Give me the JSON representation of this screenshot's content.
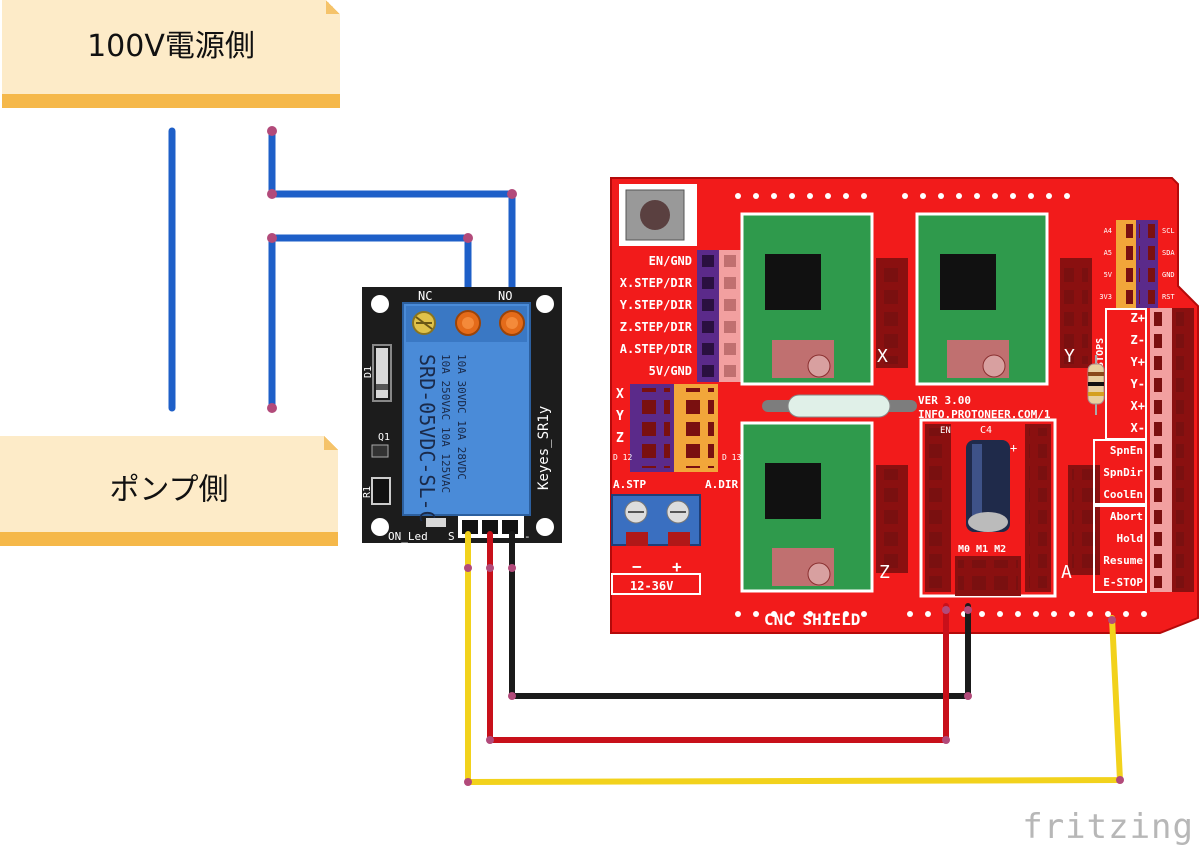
{
  "notes": {
    "power_side": "100V電源側",
    "pump_side": "ポンプ側"
  },
  "relay": {
    "nc": "NC",
    "no": "NO",
    "model": "SRD-05VDC-SL-C",
    "rating1": "10A 250VAC  10A 125VAC",
    "rating2": "10A  30VDC  10A  28VDC",
    "brand": "Keyes_SR1y",
    "led": "ON_Led",
    "d1": "D1",
    "q1": "Q1",
    "r1": "R1",
    "s": "S",
    "minus": "-"
  },
  "shield": {
    "title": "CNC SHIELD",
    "version": "VER 3.00",
    "url": "INFO.PROTONEER.COM/1",
    "rst": "RST",
    "left_labels": [
      "EN/GND",
      "X.STEP/DIR",
      "Y.STEP/DIR",
      "Z.STEP/DIR",
      "A.STEP/DIR",
      "5V/GND"
    ],
    "axis_rows": [
      "X",
      "Y",
      "Z"
    ],
    "d12": "D 12",
    "d13": "D 13",
    "a_stp": "A.STP",
    "a_dir": "A.DIR",
    "voltage": "12-36V",
    "minus": "−",
    "plus": "+",
    "driver_x": "X",
    "driver_y": "Y",
    "driver_z": "Z",
    "driver_a": "A",
    "c4": "C4",
    "en": "EN",
    "m_labels": "M0 M1 M2",
    "i2c_left": [
      "A4",
      "A5",
      "5V",
      "3V3"
    ],
    "i2c_right": [
      "SCL",
      "SDA",
      "GND",
      "RST"
    ],
    "end_stops": "END STOPS",
    "endstop_labels": [
      "Z+",
      "Z-",
      "Y+",
      "Y-",
      "X+",
      "X-"
    ],
    "spindle_labels": [
      "SpnEn",
      "SpnDir",
      "CoolEn"
    ],
    "control_labels": [
      "Abort",
      "Hold",
      "Resume",
      "E-STOP"
    ]
  },
  "footer": {
    "brand": "fritzing"
  },
  "colors": {
    "board_red": "#f21b1b",
    "wire_blue": "#1e5fc8",
    "wire_yellow": "#f2d21c",
    "wire_red": "#c8101a",
    "wire_black": "#1a1a1a",
    "note_fill": "#fdebc8",
    "note_band": "#f5b84a"
  }
}
